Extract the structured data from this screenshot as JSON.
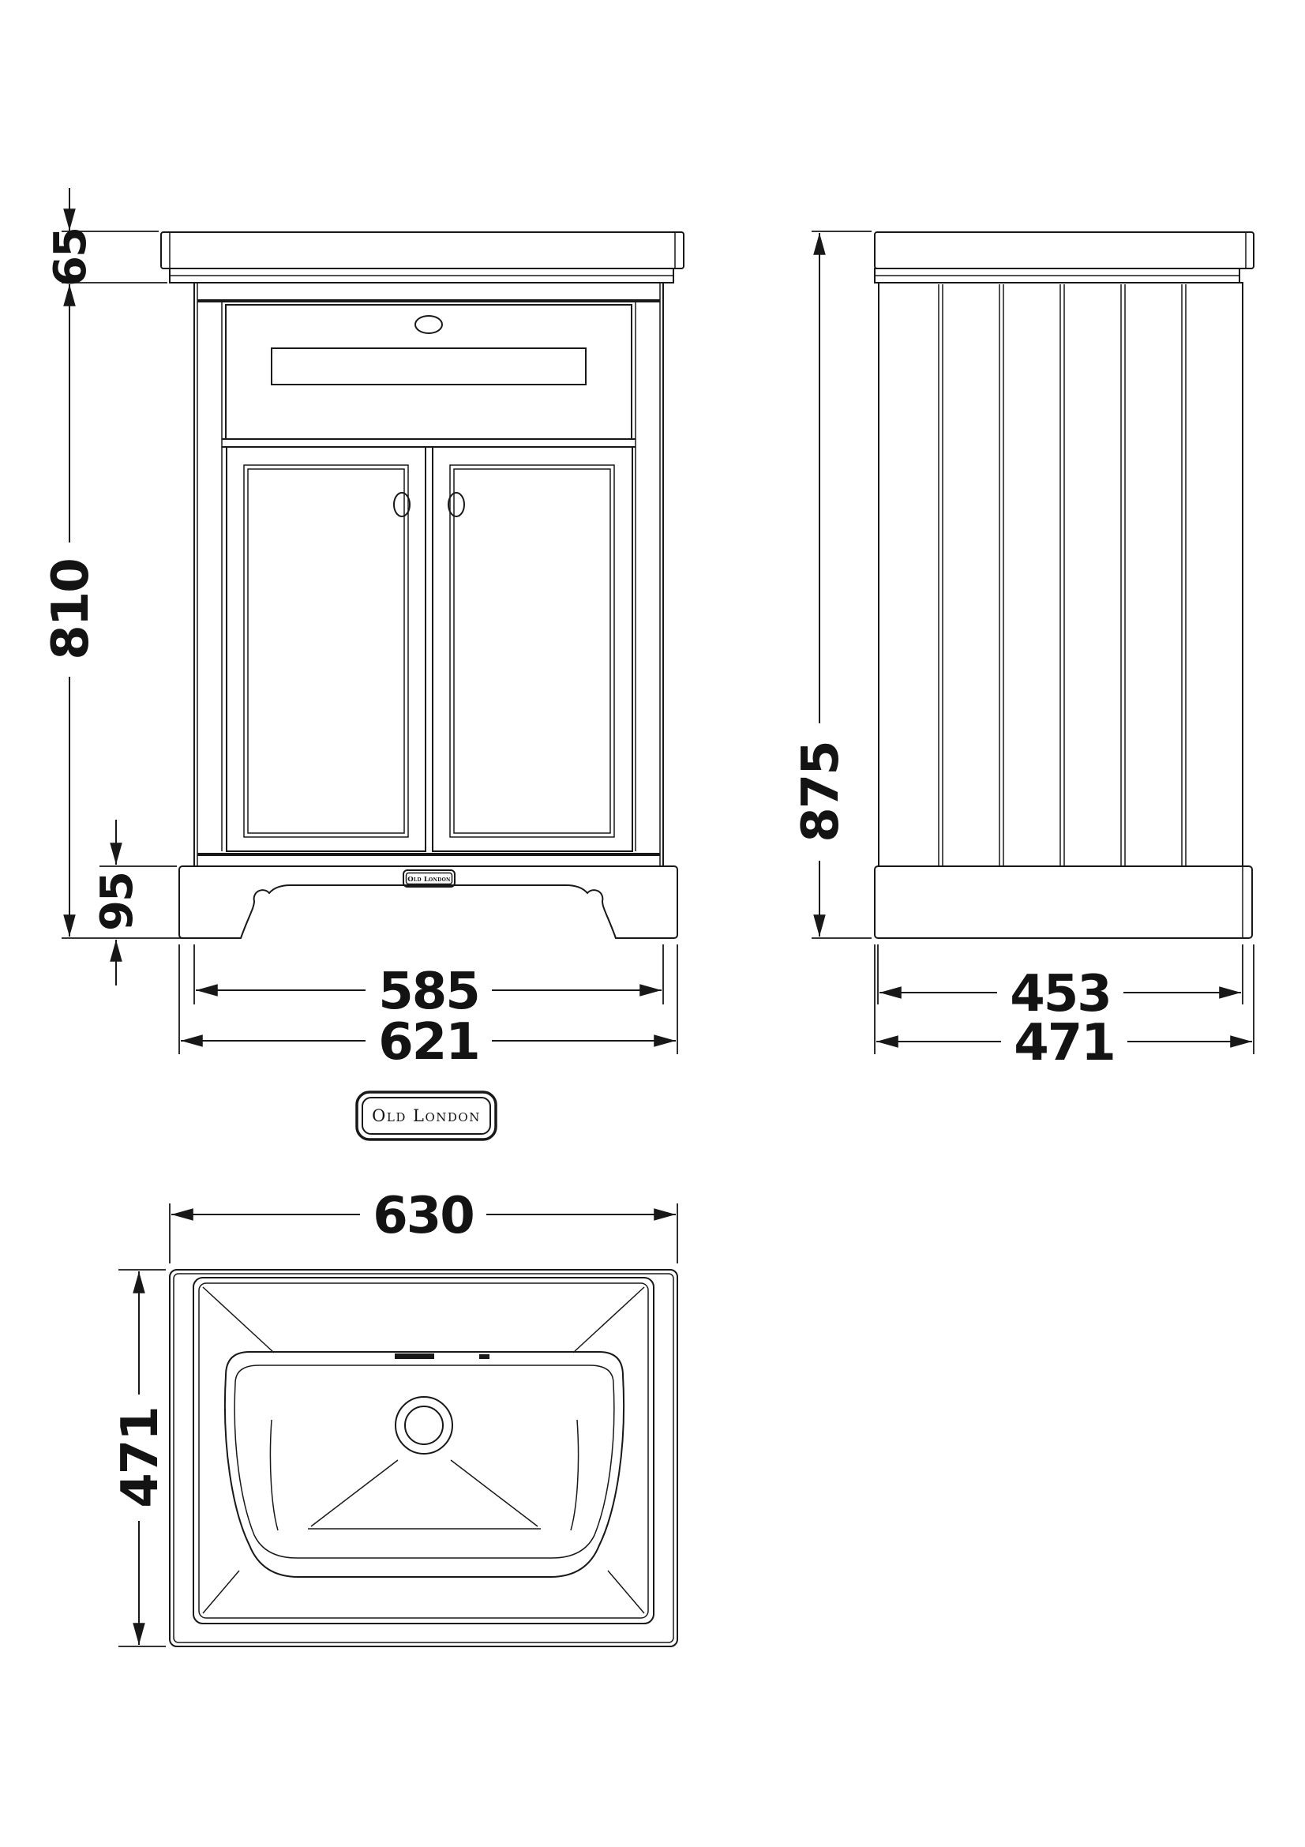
{
  "drawing": {
    "brand_badge": {
      "label": "Old London"
    },
    "plinth_badge": {
      "label": "Old London"
    },
    "front_view": {
      "countertop_height": "65",
      "cabinet_height": "810",
      "plinth_height": "95",
      "cabinet_width": "585",
      "overall_width": "621"
    },
    "side_view": {
      "overall_height": "875",
      "cabinet_depth": "453",
      "overall_depth": "471"
    },
    "basin_view": {
      "width": "630",
      "depth": "471"
    }
  },
  "colors": {
    "line": "#181818",
    "background": "#ffffff"
  }
}
